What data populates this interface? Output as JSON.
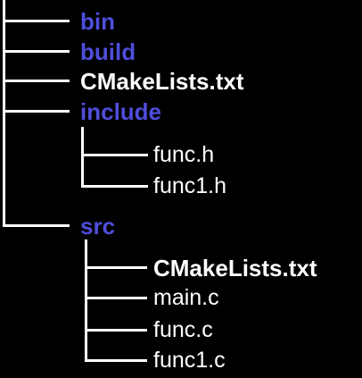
{
  "colors": {
    "background": "#000000",
    "directory": "#4e4edb",
    "file": "#ffffff",
    "connector": "#ffffff"
  },
  "tree": {
    "root_items": [
      {
        "label": "bin",
        "kind": "directory"
      },
      {
        "label": "build",
        "kind": "directory"
      },
      {
        "label": "CMakeLists.txt",
        "kind": "file"
      },
      {
        "label": "include",
        "kind": "directory"
      },
      {
        "label": "src",
        "kind": "directory"
      }
    ],
    "include_children": [
      {
        "label": "func.h",
        "kind": "file"
      },
      {
        "label": "func1.h",
        "kind": "file"
      }
    ],
    "src_children": [
      {
        "label": "CMakeLists.txt",
        "kind": "file"
      },
      {
        "label": "main.c",
        "kind": "file"
      },
      {
        "label": "func.c",
        "kind": "file"
      },
      {
        "label": "func1.c",
        "kind": "file"
      }
    ]
  }
}
